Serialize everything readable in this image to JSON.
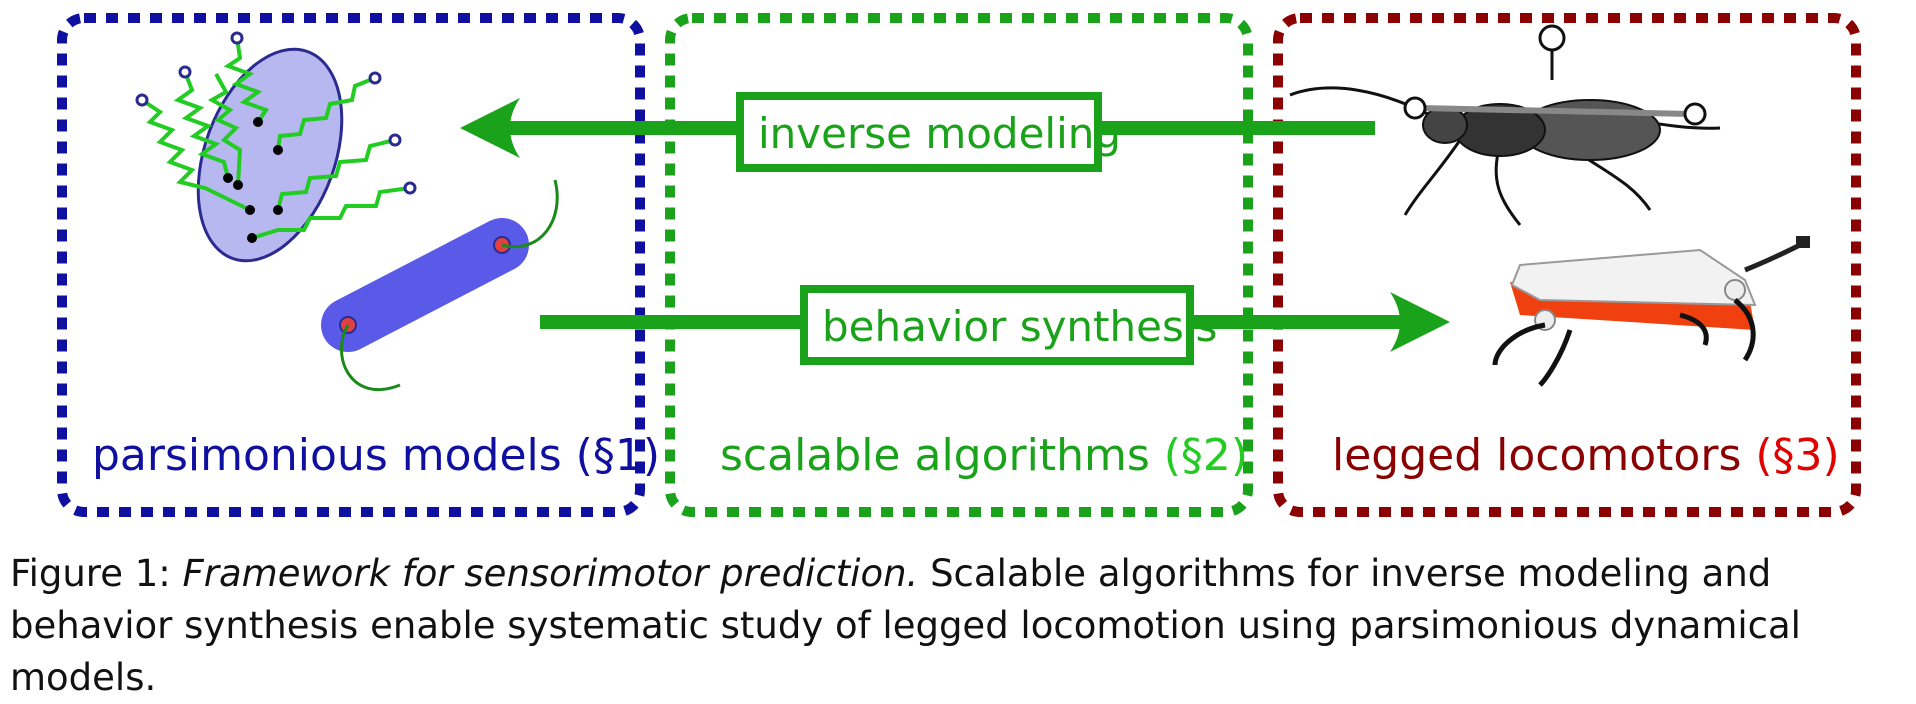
{
  "boxes": {
    "models": {
      "label": "parsimonious models",
      "section": "(§1)",
      "color": "#1010a0",
      "section_color": "#1010a0"
    },
    "algorithms": {
      "label": "scalable algorithms",
      "section": "(§2)",
      "color": "#1aa31a",
      "section_color": "#22cc22"
    },
    "locomotors": {
      "label": "legged locomotors",
      "section": "(§3)",
      "color": "#8b0000",
      "section_color": "#e00000"
    }
  },
  "arrows": {
    "inverse": {
      "label": "inverse modeling"
    },
    "synthesis": {
      "label": "behavior synthesis"
    }
  },
  "caption": {
    "prefix": "Figure 1: ",
    "italic": "Framework for sensorimotor prediction.",
    "body": " Scalable algorithms for inverse modeling and behavior synthesis enable systematic study of legged locomotion using parsimonious dynamical models."
  },
  "colors": {
    "arrow_green": "#1aa31a",
    "model_fill": "#b8b8f0",
    "body_fill": "#5a5ae8",
    "spring_green": "#22cc22"
  },
  "icons": {
    "insect": "cockroach-icon",
    "robot": "legged-robot-icon",
    "model": "spring-mass-model-icon"
  }
}
